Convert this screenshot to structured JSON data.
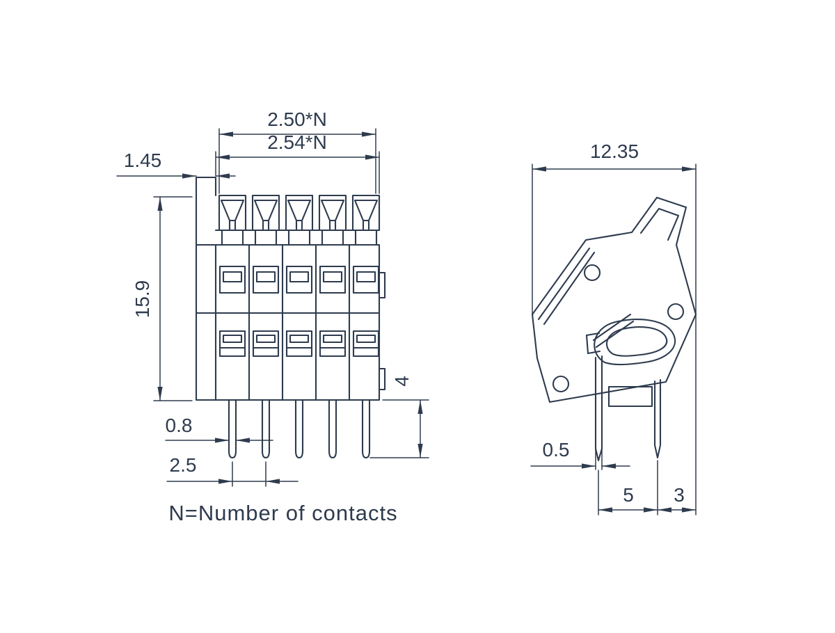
{
  "drawing": {
    "note": "N=Number of contacts",
    "colors": {
      "line": "#2e3b4e",
      "background": "#ffffff"
    },
    "front_view": {
      "name": "front-view",
      "dims": {
        "pitch_total_a": "2.50*N",
        "pitch_total_b": "2.54*N",
        "left_wall_width": "1.45",
        "body_height": "15.9",
        "pin_width": "0.8",
        "pin_pitch": "2.5",
        "pin_length": "4"
      }
    },
    "side_view": {
      "name": "side-view",
      "dims": {
        "depth": "12.35",
        "pin_thickness": "0.5",
        "pin_span": "5",
        "pin_to_edge": "3"
      }
    }
  }
}
